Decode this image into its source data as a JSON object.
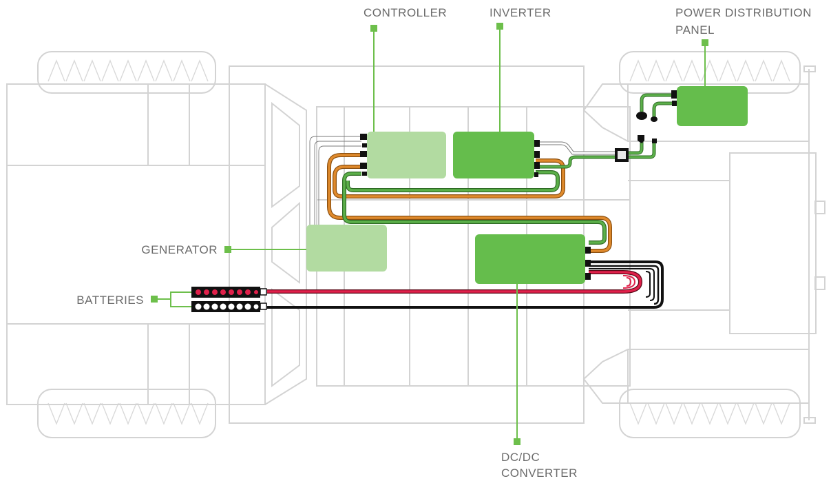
{
  "labels": {
    "controller": "CONTROLLER",
    "inverter": "INVERTER",
    "power_distribution_line1": "POWER DISTRIBUTION",
    "power_distribution_line2": "PANEL",
    "generator": "GENERATOR",
    "batteries": "BATTERIES",
    "dcdc_line1": "DC/DC",
    "dcdc_line2": "CONVERTER"
  },
  "colors": {
    "component_primary": "#65bd4c",
    "component_light": "#b2dba1",
    "leader_line": "#6dbf4b",
    "vehicle_outline": "#d3d3d3",
    "cable_orange": "#e08a2c",
    "cable_green": "#5cb04a",
    "cable_red": "#e0204a",
    "cable_black": "#111111",
    "label_text": "#6b6b6b"
  }
}
